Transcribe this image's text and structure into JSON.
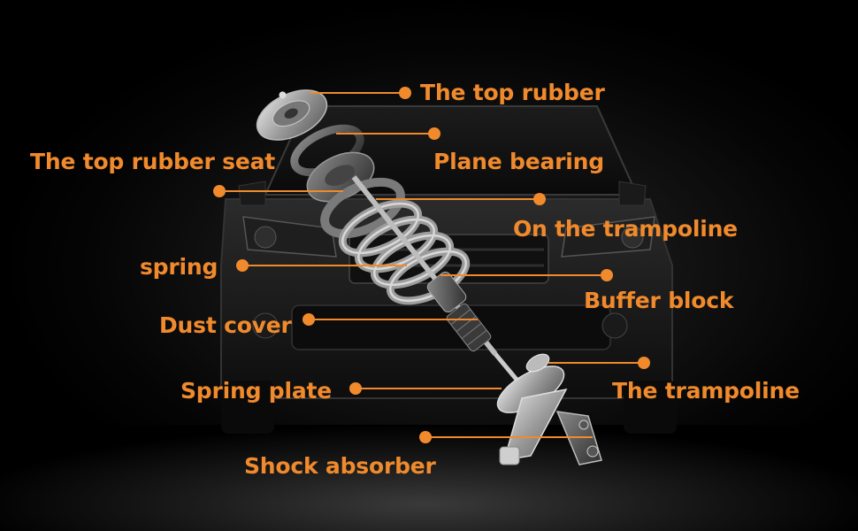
{
  "accent_color": "#f08a2c",
  "labels": {
    "top_rubber": "The top rubber",
    "top_rubber_seat": "The top rubber seat",
    "plane_bearing": "Plane bearing",
    "on_the_trampoline": "On the trampoline",
    "spring": "spring",
    "buffer_block": "Buffer block",
    "dust_cover": "Dust cover",
    "spring_plate": "Spring plate",
    "the_trampoline": "The trampoline",
    "shock_absorber": "Shock absorber"
  }
}
